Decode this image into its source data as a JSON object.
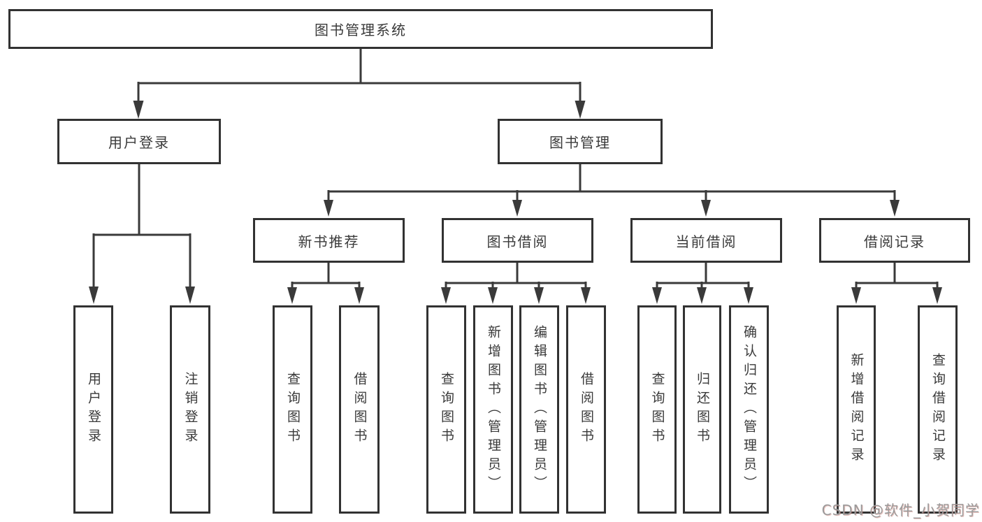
{
  "tree": {
    "label": "图书管理系统",
    "children": [
      {
        "label": "用户登录",
        "children": [
          {
            "label": "用户登录"
          },
          {
            "label": "注销登录"
          }
        ]
      },
      {
        "label": "图书管理",
        "children": [
          {
            "label": "新书推荐",
            "children": [
              {
                "label": "查询图书"
              },
              {
                "label": "借阅图书"
              }
            ]
          },
          {
            "label": "图书借阅",
            "children": [
              {
                "label": "查询图书"
              },
              {
                "label": "新增图书（管理员）"
              },
              {
                "label": "编辑图书（管理员）"
              },
              {
                "label": "借阅图书"
              }
            ]
          },
          {
            "label": "当前借阅",
            "children": [
              {
                "label": "查询图书"
              },
              {
                "label": "归还图书"
              },
              {
                "label": "确认归还（管理员）"
              }
            ]
          },
          {
            "label": "借阅记录",
            "children": [
              {
                "label": "新增借阅记录"
              },
              {
                "label": "查询借阅记录"
              }
            ]
          }
        ]
      }
    ]
  },
  "watermark": "CSDN @软件_小贺同学",
  "colors": {
    "line": "#3a3a3a",
    "box_border": "#323232",
    "text": "#3a3a3a",
    "background": "#ffffff",
    "watermark": "#9a9a9a"
  }
}
